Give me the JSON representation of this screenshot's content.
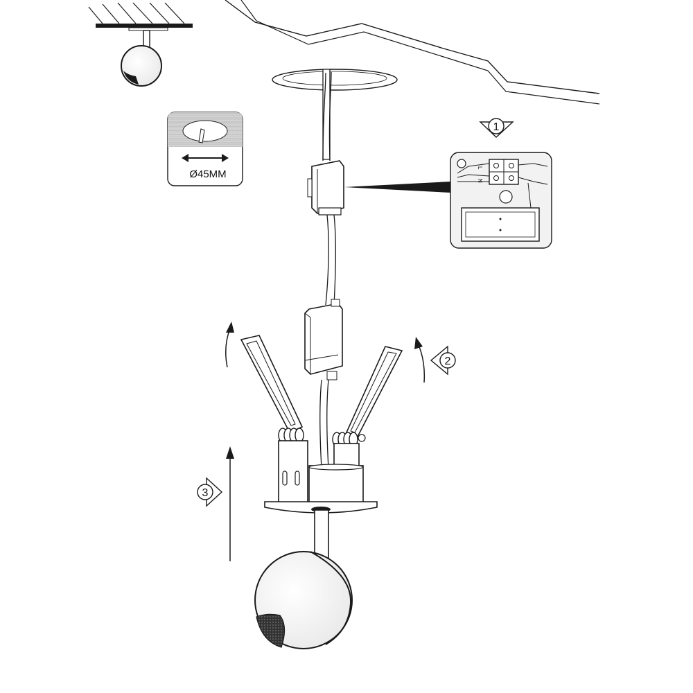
{
  "diagram": {
    "hole_diameter_label": "Ø45MM",
    "steps": [
      {
        "number": "1"
      },
      {
        "number": "2"
      },
      {
        "number": "3"
      }
    ],
    "terminal_labels": {
      "live": "L",
      "neutral": "N"
    }
  },
  "colors": {
    "line": "#1a1a1a",
    "wood_texture": "#c8c8c8",
    "inset_bg": "#f2f2f2"
  }
}
